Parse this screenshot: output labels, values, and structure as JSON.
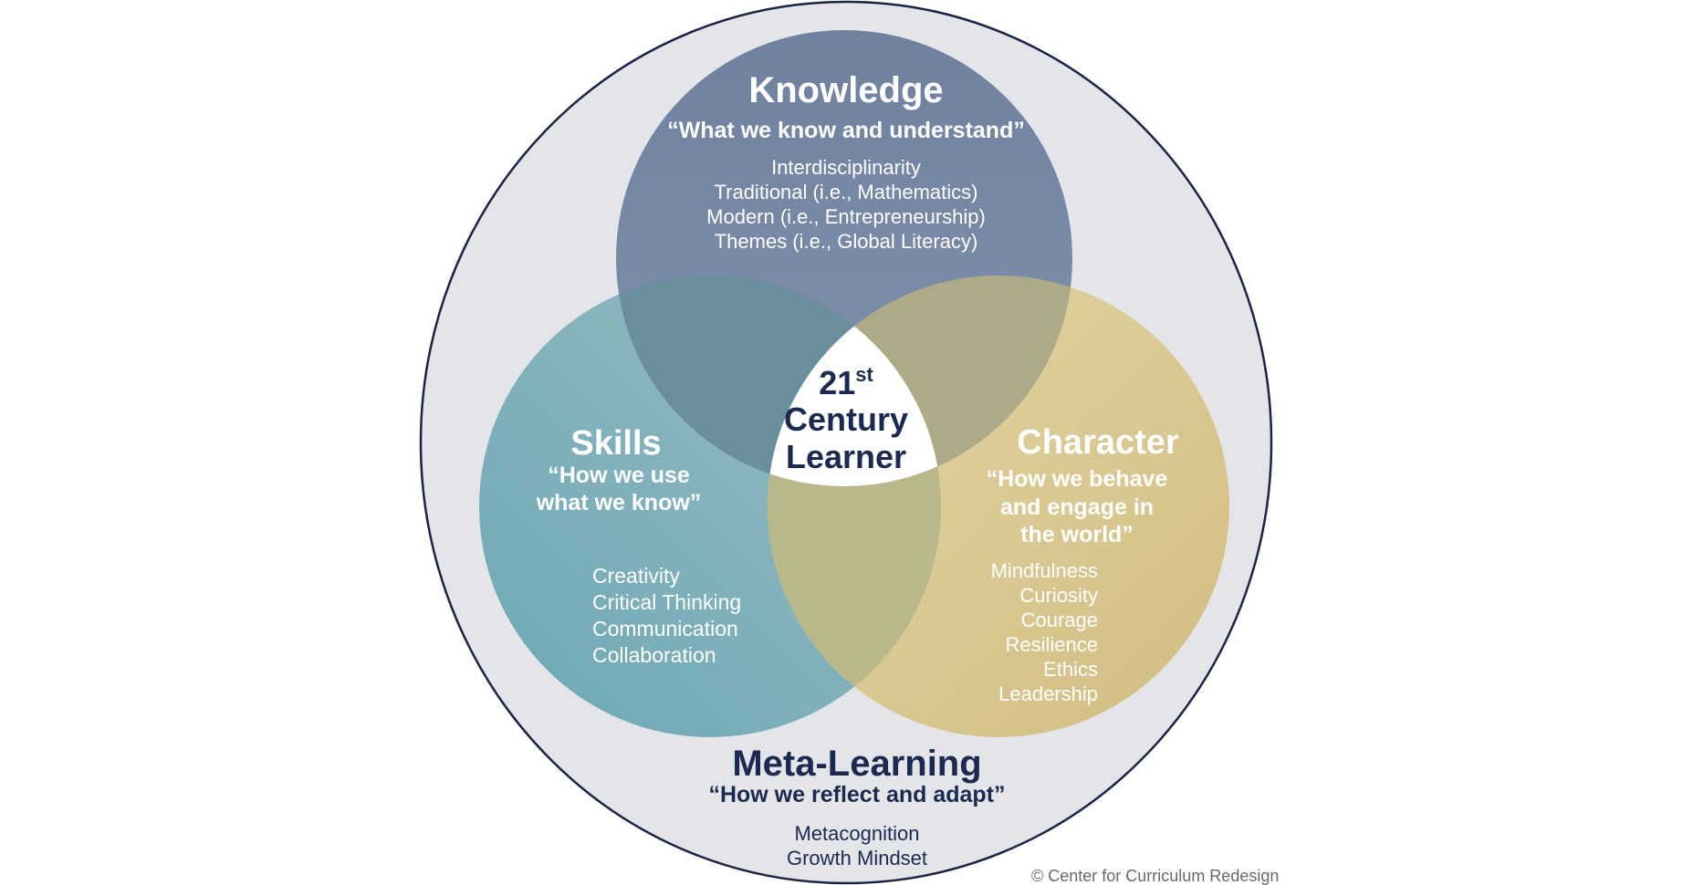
{
  "diagram": {
    "title": "21st Century Learner",
    "colors": {
      "outer_fill": "#e4e5e8",
      "outer_stroke": "#1b2447",
      "knowledge": "#7485a3",
      "skills": "#7aafba",
      "character": "#d9c893",
      "knowledge_skills_overlap": "#6a8e9c",
      "knowledge_character_overlap": "#aeaa88",
      "skills_character_overlap": "#b8b88a",
      "center": "#ffffff",
      "navy_text": "#1c2a52"
    },
    "center": {
      "line1_main": "21",
      "line1_sup": "st",
      "line2": "Century",
      "line3": "Learner"
    },
    "knowledge": {
      "title": "Knowledge",
      "quote": "“What we know and understand”",
      "items": [
        "Interdisciplinarity",
        "Traditional (i.e., Mathematics)",
        "Modern (i.e., Entrepreneurship)",
        "Themes (i.e., Global Literacy)"
      ]
    },
    "skills": {
      "title": "Skills",
      "quote_lines": [
        "“How we use",
        "what we know”"
      ],
      "items": [
        "Creativity",
        "Critical Thinking",
        "Communication",
        "Collaboration"
      ]
    },
    "character": {
      "title": "Character",
      "quote_lines": [
        "“How we behave",
        "and engage in",
        "the world”"
      ],
      "items": [
        "Mindfulness",
        "Curiosity",
        "Courage",
        "Resilience",
        "Ethics",
        "Leadership"
      ]
    },
    "meta_learning": {
      "title": "Meta-Learning",
      "quote": "“How we reflect and adapt”",
      "items": [
        "Metacognition",
        "Growth Mindset"
      ]
    },
    "copyright": "© Center for Curriculum Redesign"
  }
}
